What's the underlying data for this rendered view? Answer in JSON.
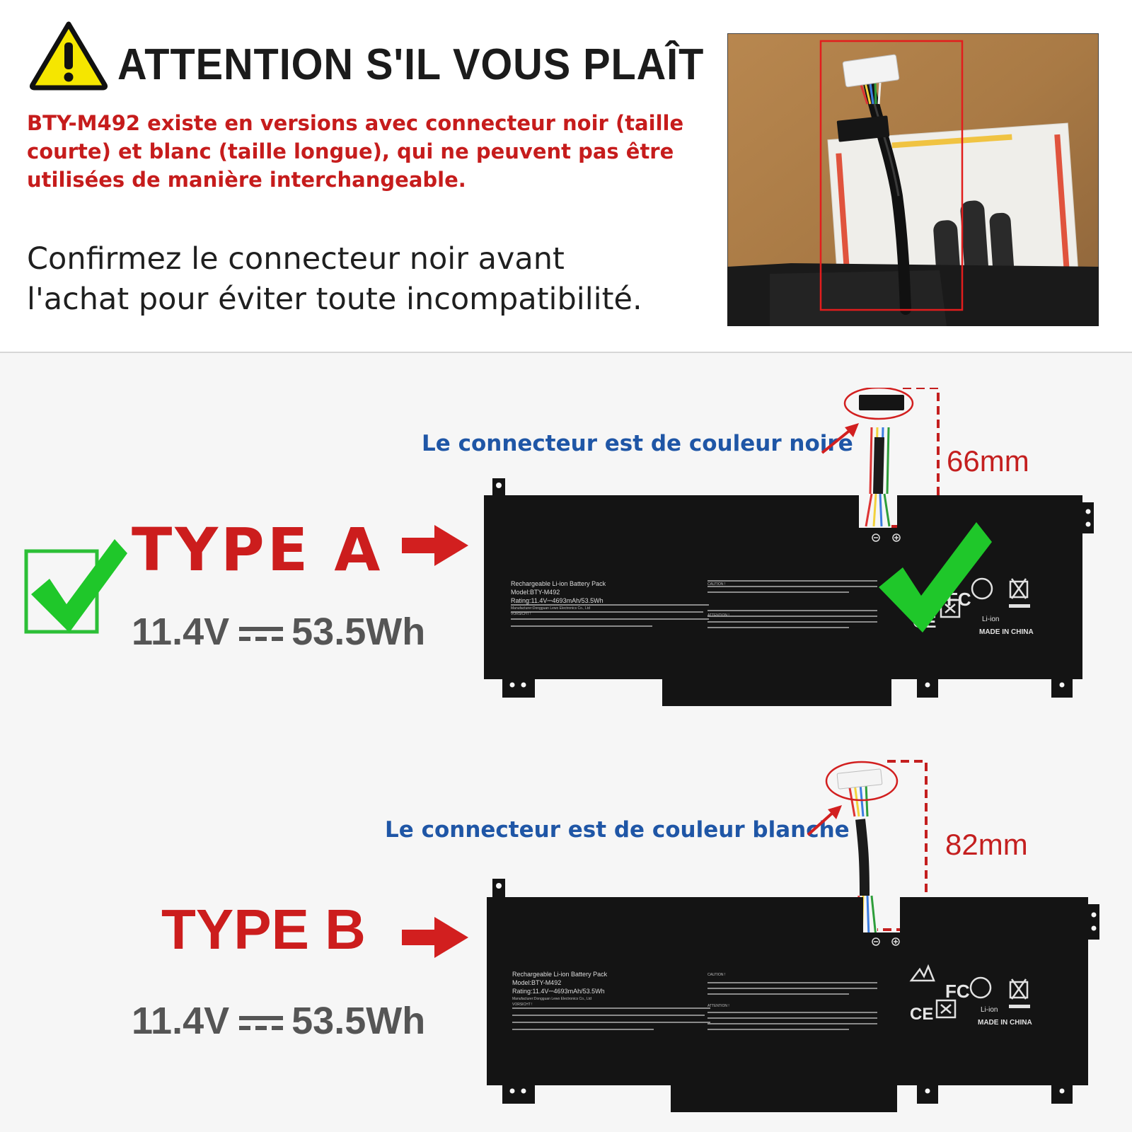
{
  "header": {
    "title": "ATTENTION S'IL VOUS PLAÎT",
    "warning_lines": [
      "BTY-M492 existe en versions avec connecteur noir (taille",
      "courte) et blanc (taille longue), qui ne peuvent pas être",
      "utilisées de manière interchangeable."
    ],
    "confirm_lines": [
      "Confirmez le connecteur noir avant",
      "l'achat pour éviter toute incompatibilité."
    ]
  },
  "type_a": {
    "title": "TYPE A",
    "connector_label": "Le connecteur est de couleur noire",
    "cable_length": "66mm",
    "voltage": "11.4V",
    "energy": "53.5Wh",
    "selected": true
  },
  "type_b": {
    "title": "TYPE B",
    "connector_label": "Le connecteur est de couleur blanche",
    "cable_length": "82mm",
    "voltage": "11.4V",
    "energy": "53.5Wh"
  },
  "battery_label": {
    "title": "Rechargeable Li-ion Battery Pack",
    "model": "Model:BTY-M492",
    "rating": "Rating:11.4V⎓4693mAh/53.5Wh",
    "manufacturer": "Manufacturer:Dongguan Lewo Electronics Co., Ltd",
    "vorsicht": "VORSICHT !",
    "caution": "CAUTION !",
    "attention": "ATTENTION !",
    "made_in": "MADE IN CHINA",
    "li_ion": "Li-ion",
    "fc": "FC",
    "ce": "CE",
    "terminals": "⊖ ⊕"
  },
  "colors": {
    "warning_red": "#c61c1c",
    "label_blue": "#1f56a6",
    "check_green": "#1fc72a",
    "battery_black": "#141414"
  }
}
